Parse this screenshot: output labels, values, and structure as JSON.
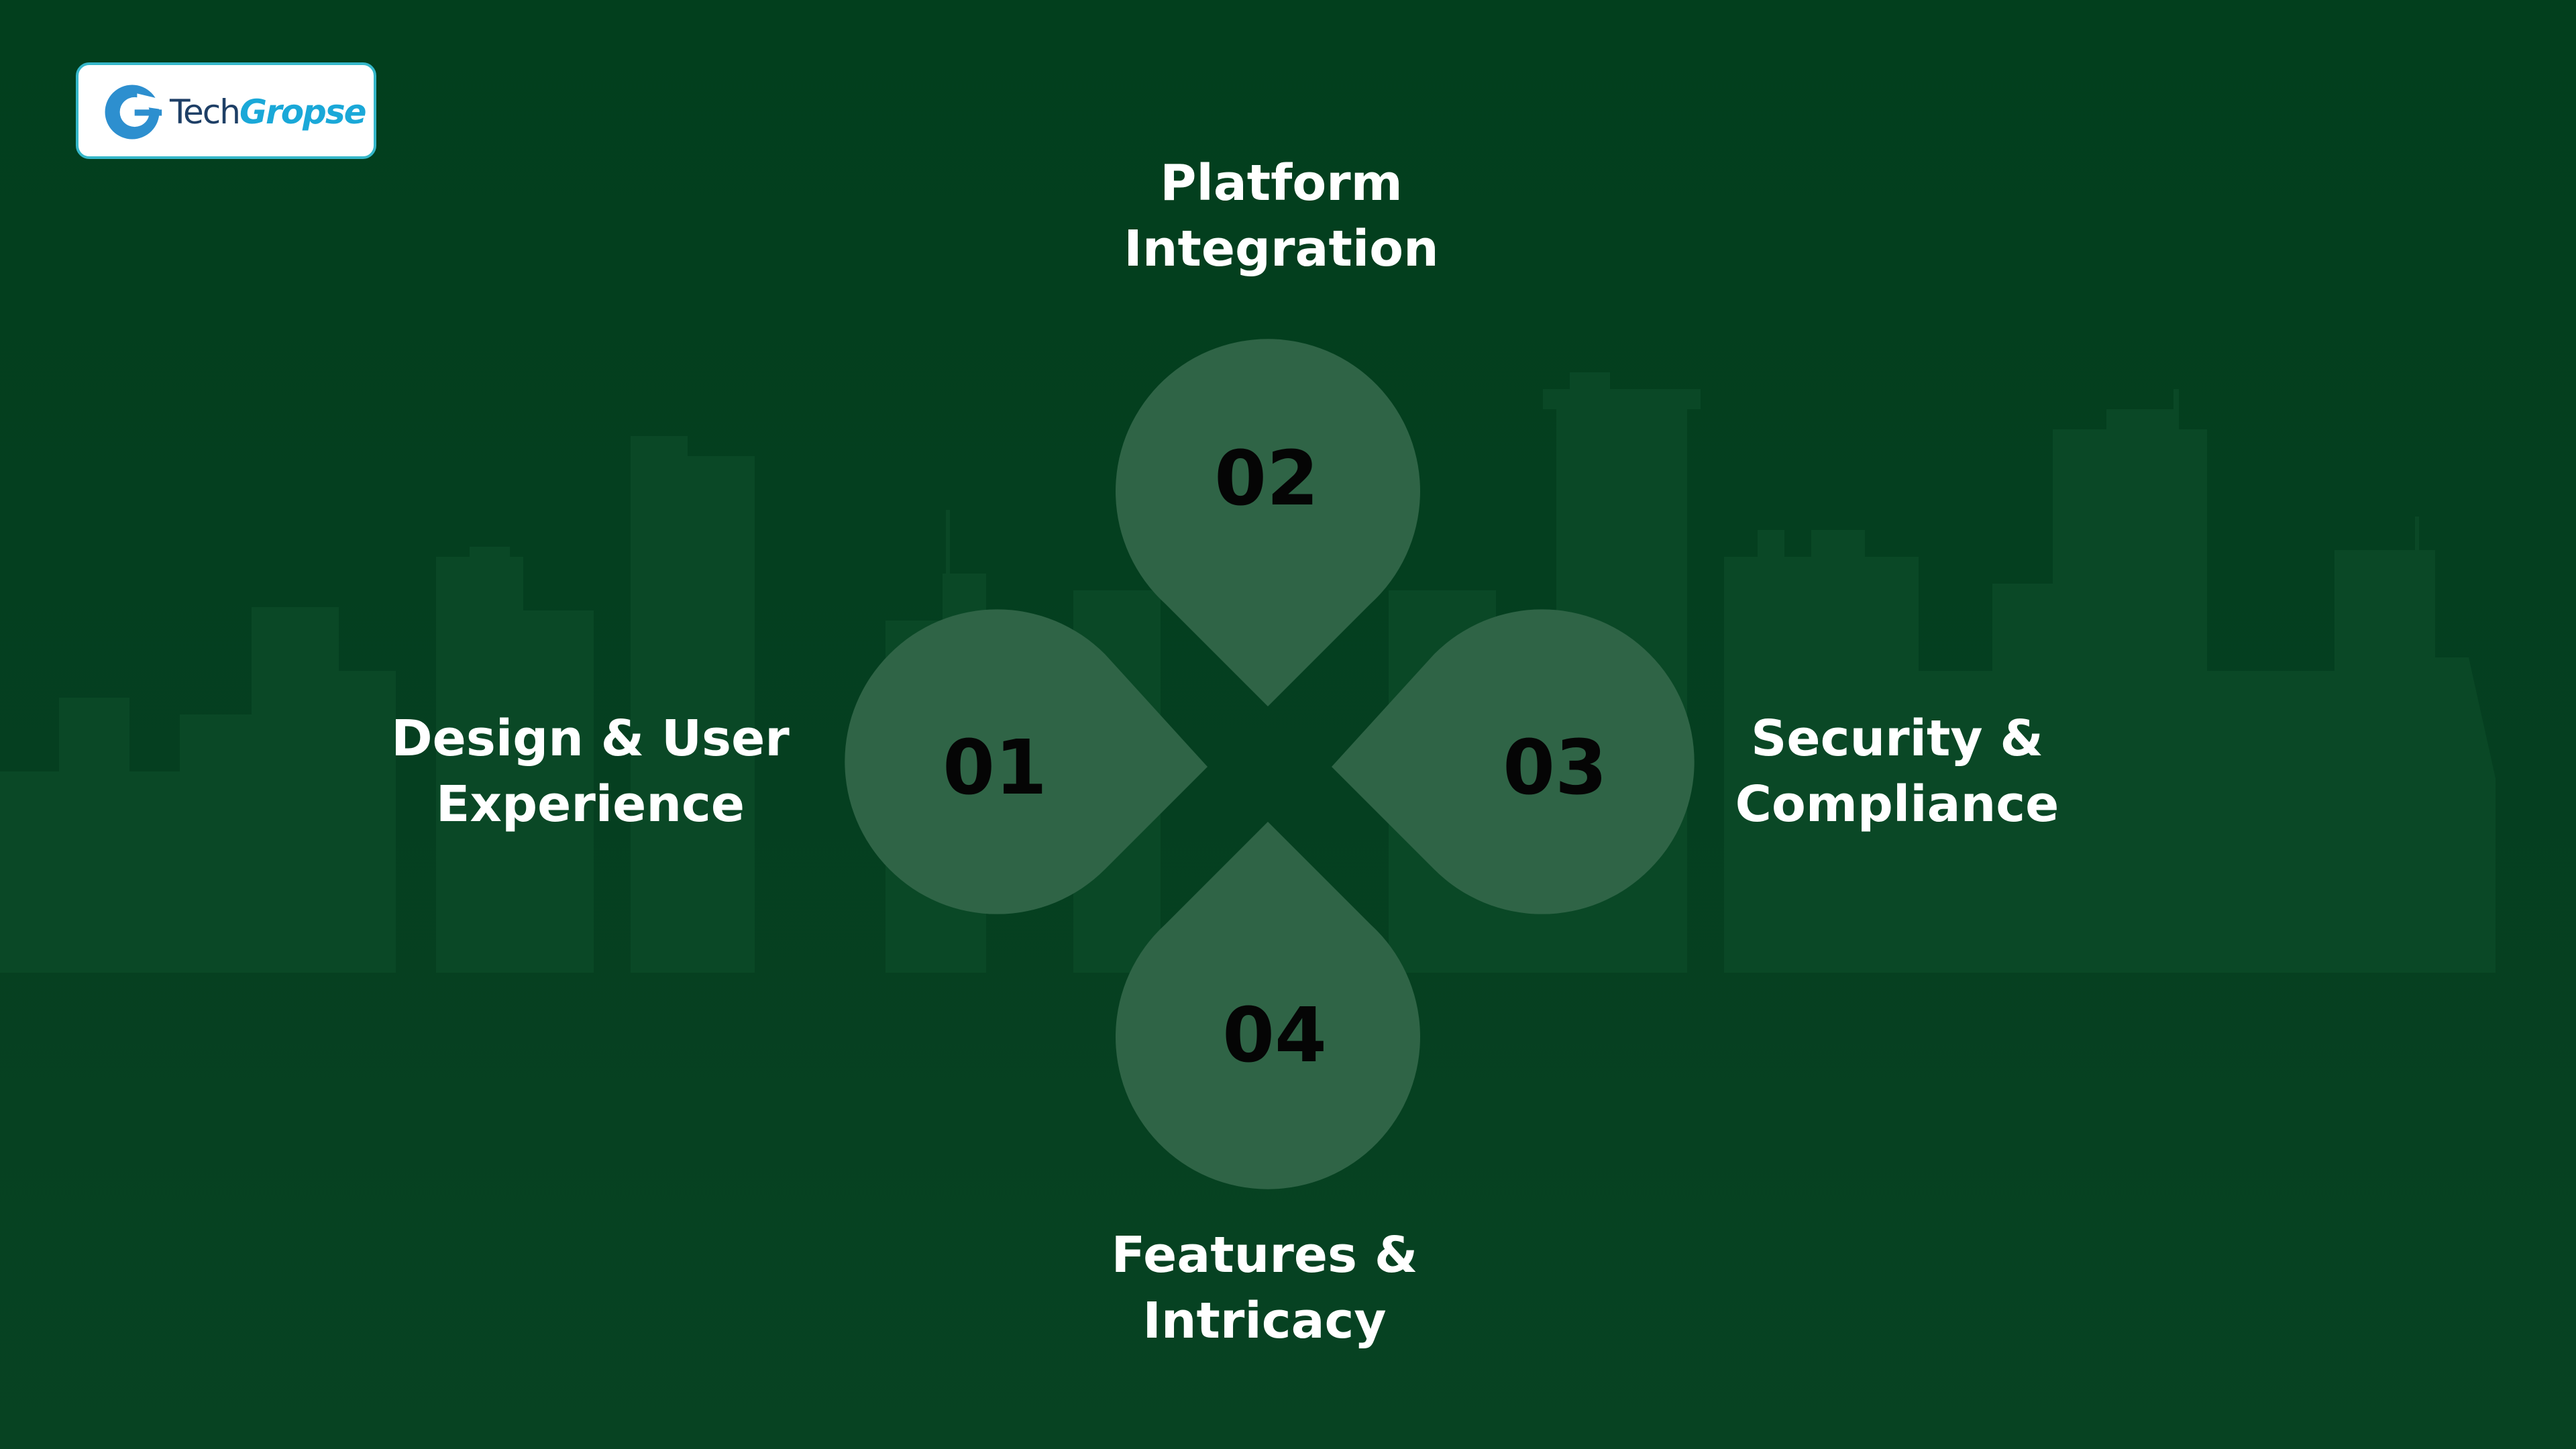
{
  "logo": {
    "brand_part1": "Tech",
    "brand_part2": "Gropse"
  },
  "colors": {
    "background": "#033f1e",
    "petal": "#2f6446",
    "skyline": "#0a4826",
    "label_text": "#ffffff",
    "number_text": "#050505",
    "logo_border": "#35b7c9",
    "logo_blue": "#1aa8d8",
    "logo_navy": "#1e3f66"
  },
  "items": [
    {
      "number": "01",
      "label_lines": [
        "Design & User",
        "Experience"
      ]
    },
    {
      "number": "02",
      "label_lines": [
        "Platform",
        "Integration"
      ]
    },
    {
      "number": "03",
      "label_lines": [
        "Security &",
        "Compliance"
      ]
    },
    {
      "number": "04",
      "label_lines": [
        "Features &",
        "Intricacy"
      ]
    }
  ]
}
